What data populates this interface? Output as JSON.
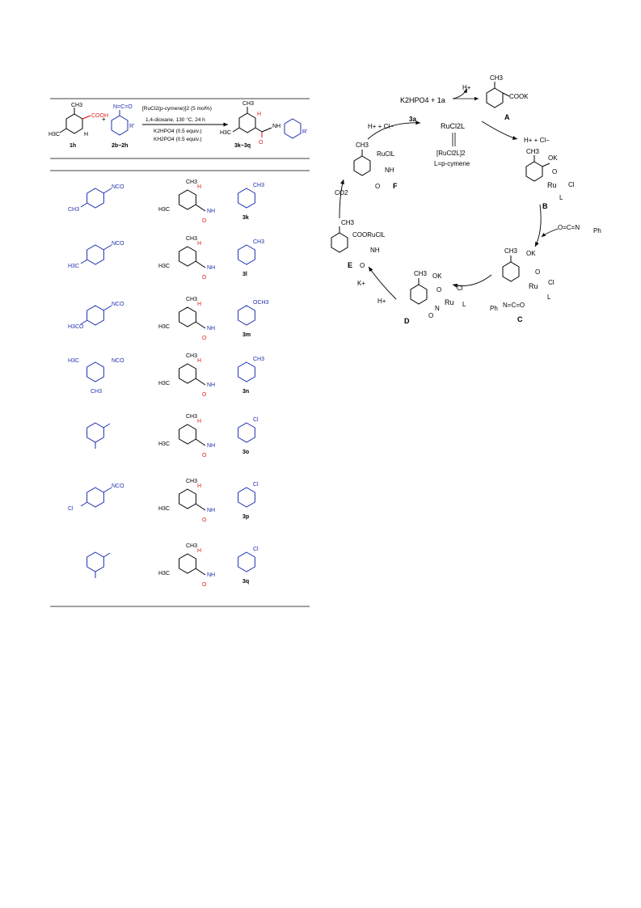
{
  "colors": {
    "black": "#000000",
    "blue": "#1f2fb0",
    "red": "#e02020"
  },
  "scheme": {
    "sm1": {
      "cooh": "COOH",
      "ch3": "CH3",
      "h3c": "H3C",
      "h": "H",
      "label": "1h"
    },
    "sm2": {
      "nco": "N=C=O",
      "r": "R'",
      "label": "2b−2h"
    },
    "conditions": {
      "catalyst": "[RuCl2(p-cymene)]2 (5 mol%)",
      "solvent": "1,4-dioxane, 130 °C, 24 h",
      "base1": "K2HPO4 (0.5 equiv.)",
      "base2": "KH2PO4 (0.5 equiv.)"
    },
    "product": {
      "ch3": "CH3",
      "h3c": "H3C",
      "h": "H",
      "o": "O",
      "nh": "NH",
      "r": "R'",
      "label": "3k−3q"
    },
    "plus": "+"
  },
  "table": {
    "rows": [
      {
        "reagent_text": [
          "NCO",
          "CH3"
        ],
        "product_label": "3k"
      },
      {
        "reagent_text": [
          "NCO",
          "H3C"
        ],
        "product_label": "3l"
      },
      {
        "reagent_text": [
          "NCO",
          "H3CO"
        ],
        "product_label": "3m"
      },
      {
        "reagent_text": [
          "H3C",
          "NCO",
          "CH3"
        ],
        "product_label": "3n"
      },
      {
        "reagent_text": [],
        "product_label": "3o"
      },
      {
        "reagent_text": [
          "NCO",
          "Cl"
        ],
        "product_label": "3p"
      },
      {
        "reagent_text": [],
        "product_label": "3q"
      }
    ],
    "product_text": {
      "ch3": "CH3",
      "h3c": "H3C",
      "h": "H",
      "o": "O",
      "nh": "NH",
      "och3": "OCH3",
      "cl": "Cl"
    }
  },
  "cycle": {
    "top_reagents": "K2HPO4 + 1a",
    "h_plus": "H+",
    "hcl": "H+ + Cl−",
    "product_3a": "3a",
    "rucl2l": "RuCl2L",
    "dimer": "[RuCl2L]2",
    "ligand": "L=p-cymene",
    "co2": "CO2",
    "k_plus": "K+",
    "isocyanate": "O=C=N",
    "ph": "Ph",
    "labels": {
      "A": "A",
      "B": "B",
      "C": "C",
      "D": "D",
      "E": "E",
      "F": "F"
    },
    "texts": {
      "cook": "COOK",
      "ch3": "CH3",
      "ok": "OK",
      "o": "O",
      "ru": "Ru",
      "cl": "Cl",
      "l": "L",
      "rucil": "RuClL",
      "nh": "NH",
      "cooruclL": "COORuClL",
      "n": "N",
      "phnco": "Ph",
      "nco_c": "N=C=O"
    }
  }
}
